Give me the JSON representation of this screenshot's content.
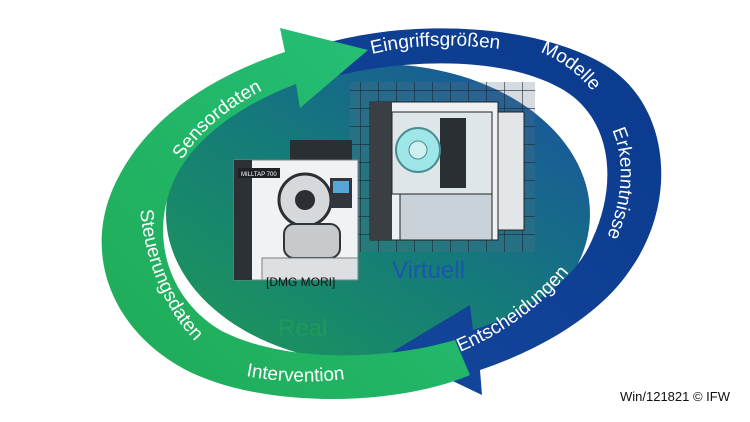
{
  "labels": {
    "eingriffsgroessen": "Eingriffsgrößen",
    "modelle": "Modelle",
    "erkenntnisse": "Erkenntnisse",
    "entscheidungen": "Entscheidungen",
    "sensordaten": "Sensordaten",
    "steuerungsdaten": "Steuerungsdaten",
    "intervention": "Intervention",
    "virtuell": "Virtuell",
    "real": "Real"
  },
  "machine": {
    "brand_plate": "MILLTAP 700",
    "manufacturer_tag": "[DMG MORI]"
  },
  "caption": "Win/121821 © IFW",
  "colors": {
    "green_arrow": "#1fae5e",
    "blue_arrow": "#0d3c8c",
    "virtuell_text": "#1a56b0",
    "real_text": "#1f9a5a"
  }
}
